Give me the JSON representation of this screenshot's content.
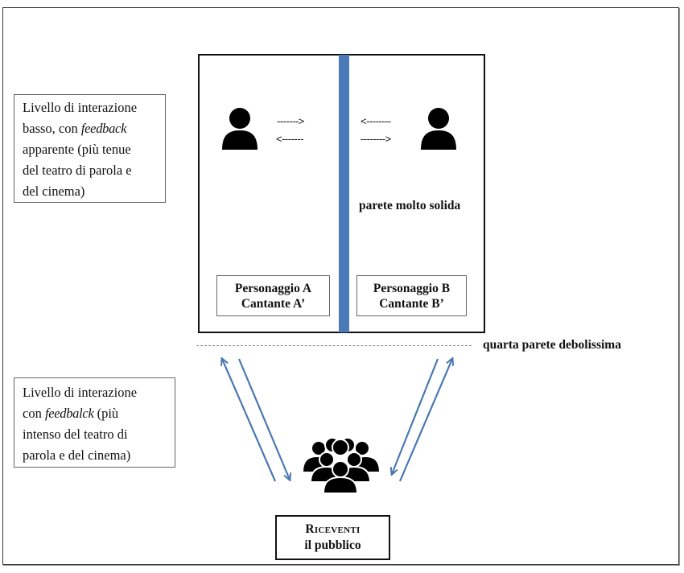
{
  "notes": {
    "top": {
      "line1": "Livello di interazione",
      "line2_pre": "basso, con ",
      "line2_em": "feedback",
      "line3": "apparente (più tenue",
      "line4": "del teatro di parola e",
      "line5": "del cinema)"
    },
    "bottom": {
      "line1": "Livello di interazione",
      "line2_pre": "con ",
      "line2_em": "feedbalck",
      "line2_post": " (più",
      "line3": "intenso del teatro di",
      "line4": "parola e del cinema)"
    }
  },
  "stage": {
    "left_arrows": {
      "top": "------->",
      "bottom": "<-------"
    },
    "right_arrows": {
      "top": "<--------",
      "bottom": "-------->"
    },
    "wall_label": "parete molto solida",
    "character_a": {
      "line1": "Personaggio A",
      "line2": "Cantante A’"
    },
    "character_b": {
      "line1": "Personaggio B",
      "line2": "Cantante B’"
    }
  },
  "fourth_wall_label": "quarta parete debolissima",
  "receivers": {
    "line1": "Riceventi",
    "line2": "il pubblico"
  },
  "icons": {
    "character_a": "person-icon",
    "character_b": "person-icon",
    "audience": "crowd-icon"
  },
  "colors": {
    "wall": "#4a7ab8",
    "arrows": "#4a78b0",
    "text": "#111111"
  }
}
